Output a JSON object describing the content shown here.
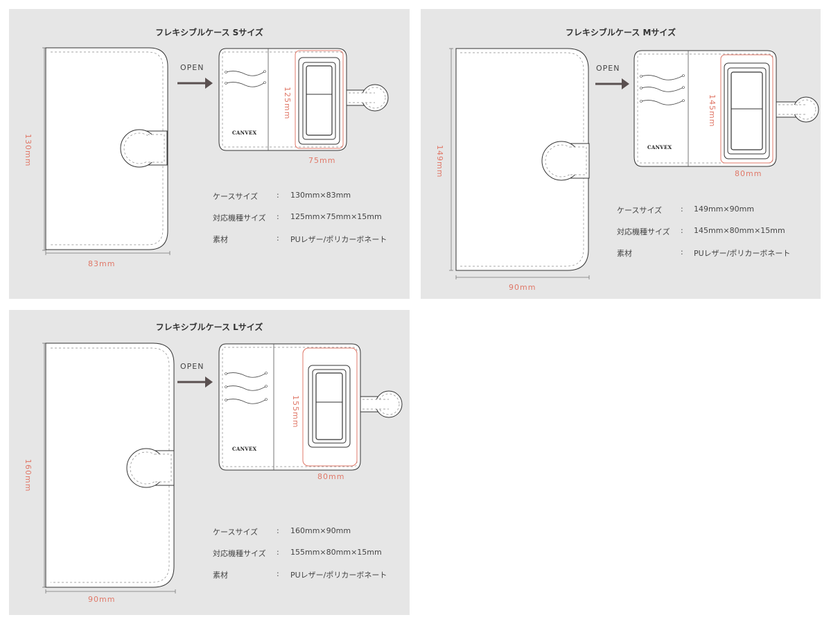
{
  "panels": [
    {
      "id": "s",
      "title": "フレキシブルケース Sサイズ",
      "open_label": "OPEN",
      "height_label": "130mm",
      "width_label": "83mm",
      "inner_height_label": "125mm",
      "inner_width_label": "75mm",
      "brand": "CANVEX",
      "specs": [
        {
          "label": "ケースサイズ",
          "sep": ":",
          "value": "130mm×83mm"
        },
        {
          "label": "対応機種サイズ",
          "sep": ":",
          "value": "125mm×75mm×15mm"
        },
        {
          "label": "素材",
          "sep": ":",
          "value": "PUレザー/ポリカーボネート"
        }
      ]
    },
    {
      "id": "m",
      "title": "フレキシブルケース Mサイズ",
      "open_label": "OPEN",
      "height_label": "149mm",
      "width_label": "90mm",
      "inner_height_label": "145mm",
      "inner_width_label": "80mm",
      "brand": "CANVEX",
      "specs": [
        {
          "label": "ケースサイズ",
          "sep": ":",
          "value": "149mm×90mm"
        },
        {
          "label": "対応機種サイズ",
          "sep": ":",
          "value": "145mm×80mm×15mm"
        },
        {
          "label": "素材",
          "sep": ":",
          "value": "PUレザー/ポリカーボネート"
        }
      ]
    },
    {
      "id": "l",
      "title": "フレキシブルケース Lサイズ",
      "open_label": "OPEN",
      "height_label": "160mm",
      "width_label": "90mm",
      "inner_height_label": "155mm",
      "inner_width_label": "80mm",
      "brand": "CANVEX",
      "specs": [
        {
          "label": "ケースサイズ",
          "sep": ":",
          "value": "160mm×90mm"
        },
        {
          "label": "対応機種サイズ",
          "sep": ":",
          "value": "155mm×80mm×15mm"
        },
        {
          "label": "素材",
          "sep": ":",
          "value": "PUレザー/ポリカーボネート"
        }
      ]
    }
  ],
  "colors": {
    "panel_bg": "#e6e6e6",
    "case_fill": "#ffffff",
    "outline": "#444444",
    "dimension_red": "#e07868",
    "arrow": "#5a5050"
  }
}
